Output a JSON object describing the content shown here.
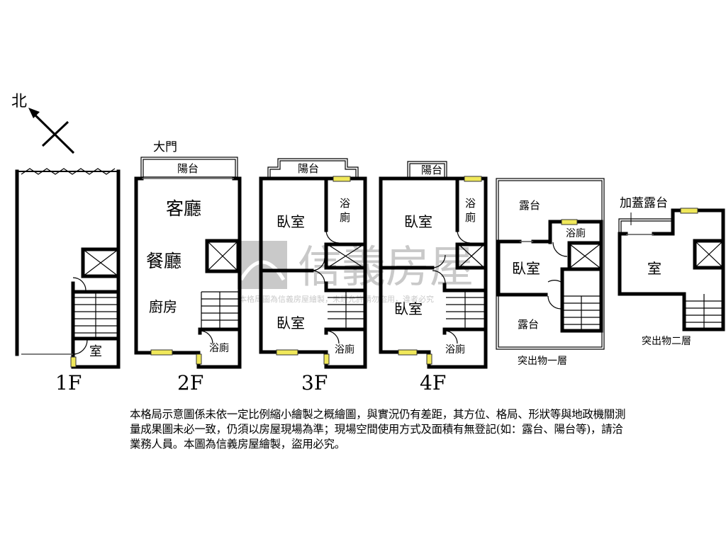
{
  "compass": {
    "label": "北"
  },
  "floors": [
    {
      "label": "1F",
      "rooms": [
        "室"
      ]
    },
    {
      "label": "2F",
      "rooms": [
        "大門",
        "陽台",
        "客廳",
        "餐廳",
        "廚房",
        "浴廁"
      ]
    },
    {
      "label": "3F",
      "rooms": [
        "陽台",
        "臥室",
        "浴",
        "廁",
        "臥室",
        "浴廁"
      ]
    },
    {
      "label": "4F",
      "rooms": [
        "陽台",
        "臥室",
        "浴",
        "廁",
        "臥室",
        "浴廁"
      ]
    },
    {
      "label": "突出物一層",
      "rooms": [
        "露台",
        "浴廁",
        "臥室",
        "露台"
      ]
    },
    {
      "label": "突出物二層",
      "rooms": [
        "加蓋露台",
        "室"
      ]
    }
  ],
  "watermark": {
    "brand": "信義房屋",
    "note": "本格局圖為信義房屋繪製，未經允許請勿盜用，違者必究"
  },
  "disclaimer": "本格局示意圖係未依一定比例縮小繪製之概繪圖，與實況仍有差距，其方位、格局、形狀等與地政機關測量成果圖未必一致，仍須以房屋現場為準；現場空間使用方式及面積有無登記(如：露台、陽台等)，請洽業務人員。本圖為信義房屋繪製，盜用必究。",
  "colors": {
    "wall": "#000000",
    "window": "#f0e85a",
    "watermark": "#9a9a9a"
  }
}
